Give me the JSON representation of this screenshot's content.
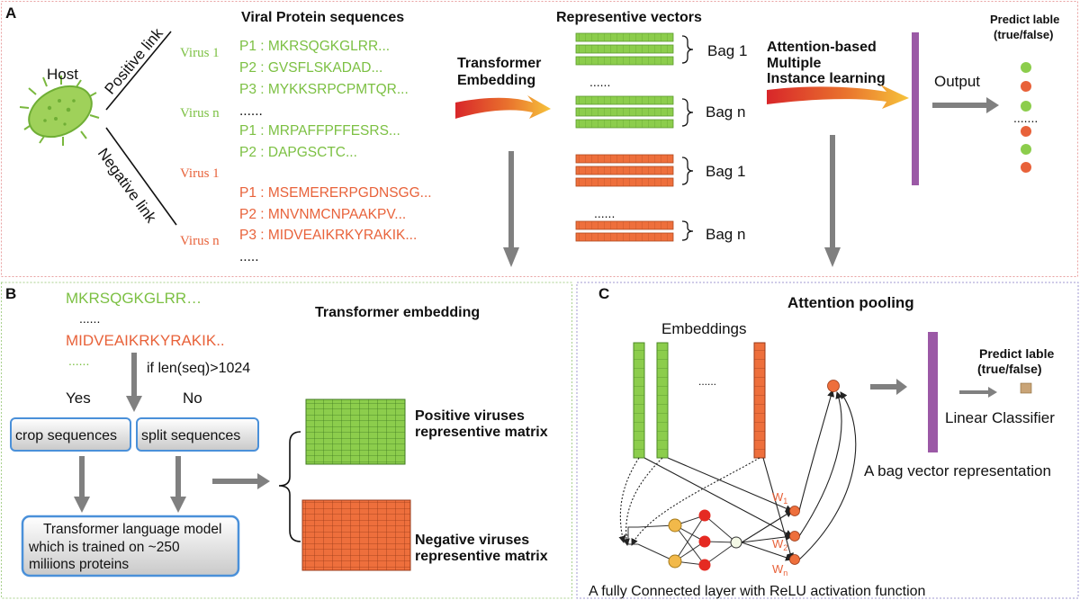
{
  "colors": {
    "green_seq": "#7cc043",
    "red_seq": "#e8623a",
    "green_bar": "#8ccd4c",
    "red_bar": "#ee6f3c",
    "purple": "#9b59a6",
    "arrow_gray": "#808080",
    "panel_a_border": "#e8a0a0",
    "panel_b_border": "#a8d08d",
    "panel_c_border": "#a09ad0"
  },
  "panel_a": {
    "label": "A",
    "host_label": "Host",
    "positive_link": "Positive link",
    "negative_link": "Negative link",
    "viral_heading": "Viral Protein sequences",
    "virus_1_pos": "Virus 1",
    "virus_n_pos": "Virus n",
    "virus_1_neg": "Virus 1",
    "virus_n_neg": "Virus n",
    "seq_pos_1": "P1 : MKRSQGKGLRR...",
    "seq_pos_2": "P2 : GVSFLSKADAD...",
    "seq_pos_3": "P3 : MYKKSRPCPMTQR...",
    "ellipsis_1": "......",
    "seq_pos_4": "P1 : MRPAFFPFFESRS...",
    "seq_pos_5": "P2 : DAPGSCTC...",
    "seq_neg_1": "P1 : MSEMERERPGDNSGG...",
    "seq_neg_2": "P2 : MNVNMCNPAAKPV...",
    "seq_neg_3": "P3 : MIDVEAIKRKYRAKIK...",
    "ellipsis_2": ".....",
    "transformer_line1": "Transformer",
    "transformer_line2": "Embedding",
    "rep_heading": "Representive vectors",
    "bag1_pos": "Bag 1",
    "bagn_pos": "Bag n",
    "bag1_neg": "Bag 1",
    "bagn_neg": "Bag n",
    "dots_pos": "......",
    "dots_neg": "......",
    "attn_line1": "Attention-based",
    "attn_line2": "Multiple",
    "attn_line3": "Instance learning",
    "output_label": "Output",
    "predict_line1": "Predict lable",
    "predict_line2": "(true/false)",
    "pred_dots": "......."
  },
  "panel_b": {
    "label": "B",
    "seq_top": "MKRSQGKGLRR…",
    "dots1": "......",
    "seq_bottom": "MIDVEAIKRKYRAKIK..",
    "dots2": "......",
    "condition": "if len(seq)>1024",
    "yes": "Yes",
    "no": "No",
    "crop": "crop sequences",
    "split": "split sequences",
    "model_line1": "Transformer language model",
    "model_line2": "which is trained on ~250",
    "model_line3": "miliions proteins",
    "heading": "Transformer embedding",
    "pos_matrix_line1": "Positive viruses",
    "pos_matrix_line2": "representive matrix",
    "neg_matrix_line1": "Negative viruses",
    "neg_matrix_line2": "representive matrix"
  },
  "panel_c": {
    "label": "C",
    "heading": "Attention pooling",
    "embeddings": "Embeddings",
    "dots": "......",
    "w1": "W",
    "w1_sub": "1",
    "w2": "W",
    "w2_sub": "2",
    "wn": "W",
    "wn_sub": "n",
    "bag_vector": "A bag vector representation",
    "predict_line1": "Predict lable",
    "predict_line2": "(true/false)",
    "linear": "Linear Classifier",
    "fc_caption": "A fully Connected layer with ReLU activation function"
  }
}
